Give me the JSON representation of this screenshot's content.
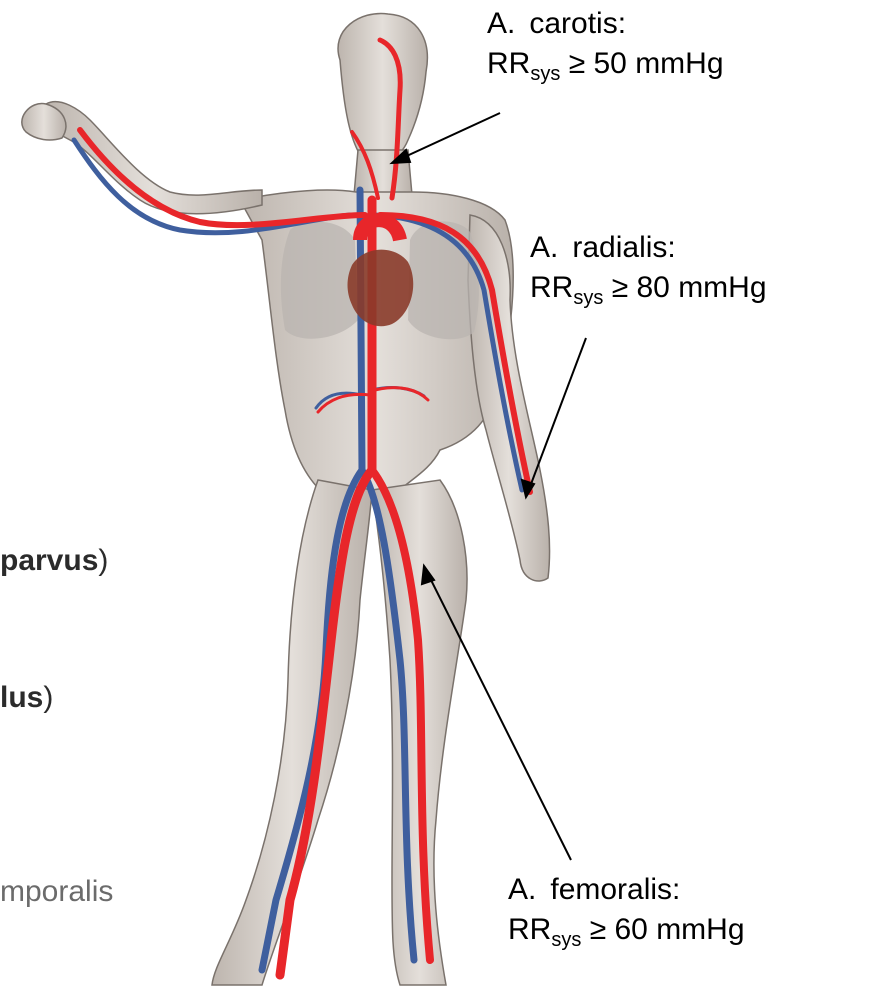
{
  "labels": {
    "carotis": {
      "prefix": "A.",
      "name": "carotis:",
      "rr": "RR",
      "sub": "sys",
      "value": "≥ 50 mmHg"
    },
    "radialis": {
      "prefix": "A.",
      "name": "radialis:",
      "rr": "RR",
      "sub": "sys",
      "value": "≥ 80 mmHg"
    },
    "femoralis": {
      "prefix": "A.",
      "name": "femoralis:",
      "rr": "RR",
      "sub": "sys",
      "value": "≥ 60 mmHg"
    }
  },
  "left_fragments": {
    "parvus": {
      "bold": "parvus",
      "close": ")"
    },
    "lus": {
      "bold": "lus",
      "close": ")"
    },
    "mporalis": {
      "text": "mporalis"
    }
  },
  "colors": {
    "artery": "#e8262a",
    "vein": "#3f5f9e",
    "skin": "#d9d2cc",
    "heart": "#8a3b2a",
    "lung": "#b9b4b0"
  }
}
